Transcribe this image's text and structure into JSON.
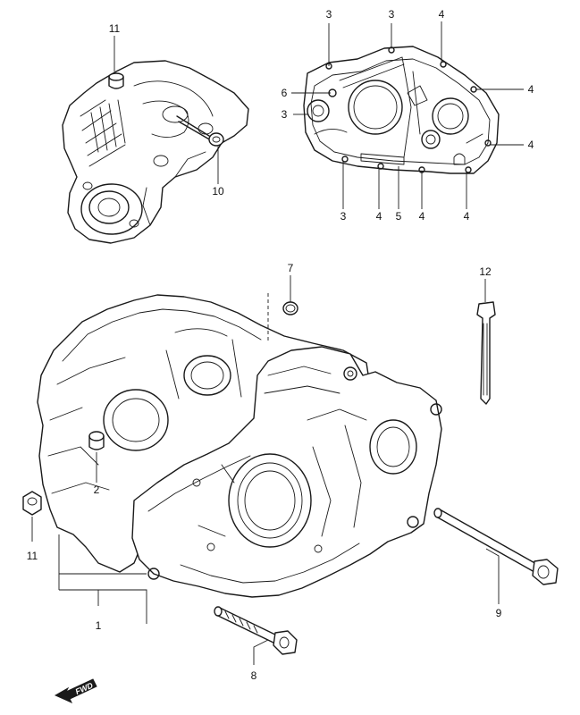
{
  "callouts": [
    {
      "id": "c11a",
      "text": "11"
    },
    {
      "id": "c10",
      "text": "10"
    },
    {
      "id": "c3a",
      "text": "3"
    },
    {
      "id": "c3b",
      "text": "3"
    },
    {
      "id": "c4a",
      "text": "4"
    },
    {
      "id": "c6",
      "text": "6"
    },
    {
      "id": "c3c",
      "text": "3"
    },
    {
      "id": "c4b",
      "text": "4"
    },
    {
      "id": "c4c",
      "text": "4"
    },
    {
      "id": "c3d",
      "text": "3"
    },
    {
      "id": "c4d",
      "text": "4"
    },
    {
      "id": "c5",
      "text": "5"
    },
    {
      "id": "c4e",
      "text": "4"
    },
    {
      "id": "c4f",
      "text": "4"
    },
    {
      "id": "c7",
      "text": "7"
    },
    {
      "id": "c12",
      "text": "12"
    },
    {
      "id": "c2",
      "text": "2"
    },
    {
      "id": "c11b",
      "text": "11"
    },
    {
      "id": "c1",
      "text": "1"
    },
    {
      "id": "c9",
      "text": "9"
    },
    {
      "id": "c8",
      "text": "8"
    }
  ],
  "fwd_label": "FWD"
}
